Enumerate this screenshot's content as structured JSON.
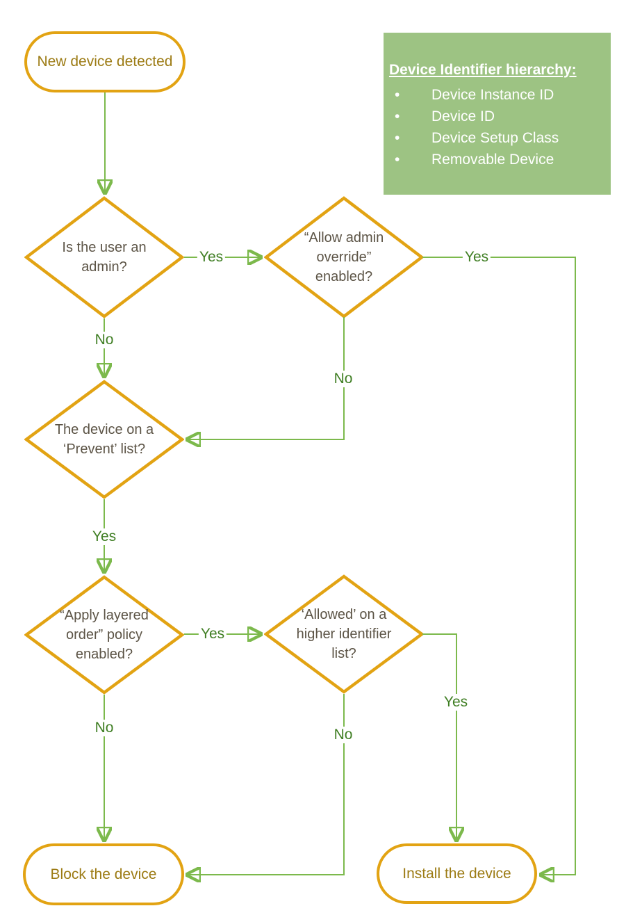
{
  "legend": {
    "title": "Device Identifier hierarchy:",
    "items": [
      "Device Instance ID",
      "Device ID",
      "Device Setup Class",
      "Removable Device"
    ]
  },
  "nodes": {
    "start": "New device detected",
    "admin_check": "Is the user an\nadmin?",
    "override_check": "“Allow admin\noverride”\nenabled?",
    "prevent_check": "The device on a\n‘Prevent’ list?",
    "layered_check": "“Apply layered\norder” policy\nenabled?",
    "allowed_check": "‘Allowed’ on a\nhigher identifier\nlist?",
    "block": "Block the device",
    "install": "Install the device"
  },
  "edge_labels": {
    "admin_yes": "Yes",
    "admin_no": "No",
    "override_yes": "Yes",
    "override_no": "No",
    "prevent_yes": "Yes",
    "layered_yes": "Yes",
    "layered_no": "No",
    "allowed_yes": "Yes",
    "allowed_no": "No"
  },
  "colors": {
    "shape_border": "#E2A313",
    "terminal_text": "#9C7B14",
    "decision_text": "#5C5446",
    "edge_line": "#7CB94C",
    "edge_arrow": "#4DA630",
    "edge_label_text": "#3F7E23",
    "legend_bg": "#9DC383",
    "legend_text": "#FFFFFF"
  }
}
